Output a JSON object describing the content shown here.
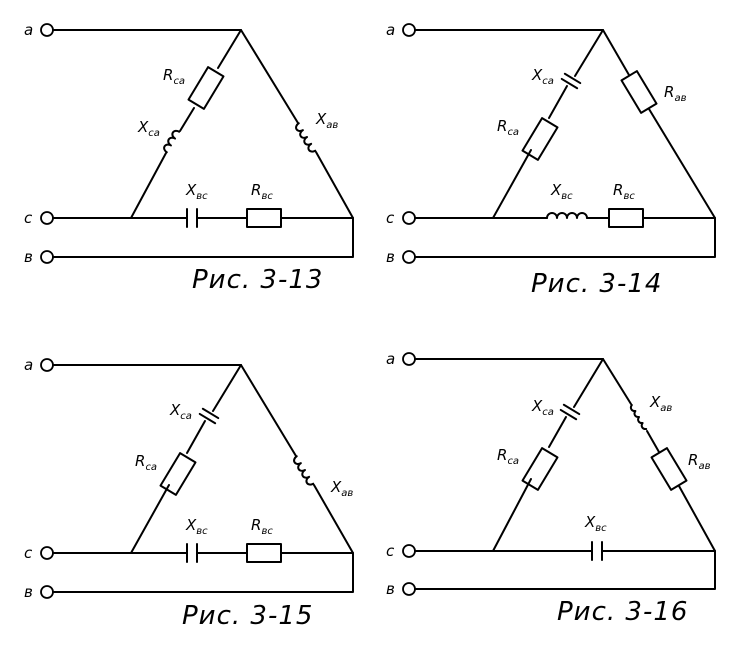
{
  "terminals": {
    "a": "a",
    "c": "c",
    "b": "в"
  },
  "figures": [
    {
      "caption": "Рис. 3-13",
      "labels": {
        "r_ca": [
          "R",
          "ca"
        ],
        "x_ca": [
          "X",
          "ca"
        ],
        "x_ab": [
          "X",
          "aв"
        ],
        "x_bc": [
          "X",
          "вc"
        ],
        "r_bc": [
          "R",
          "вc"
        ]
      }
    },
    {
      "caption": "Рис. 3-14",
      "labels": {
        "x_ca": [
          "X",
          "ca"
        ],
        "r_ca": [
          "R",
          "ca"
        ],
        "r_ab": [
          "R",
          "aв"
        ],
        "x_bc": [
          "X",
          "вc"
        ],
        "r_bc": [
          "R",
          "вc"
        ]
      }
    },
    {
      "caption": "Рис. 3-15",
      "labels": {
        "x_ca": [
          "X",
          "ca"
        ],
        "r_ca": [
          "R",
          "ca"
        ],
        "x_ab": [
          "X",
          "aв"
        ],
        "x_bc": [
          "X",
          "вc"
        ],
        "r_bc": [
          "R",
          "вc"
        ]
      }
    },
    {
      "caption": "Рис. 3-16",
      "labels": {
        "x_ca": [
          "X",
          "ca"
        ],
        "r_ca": [
          "R",
          "ca"
        ],
        "x_ab": [
          "X",
          "aв"
        ],
        "r_ab": [
          "R",
          "aв"
        ],
        "x_bc": [
          "X",
          "вc"
        ]
      }
    }
  ]
}
